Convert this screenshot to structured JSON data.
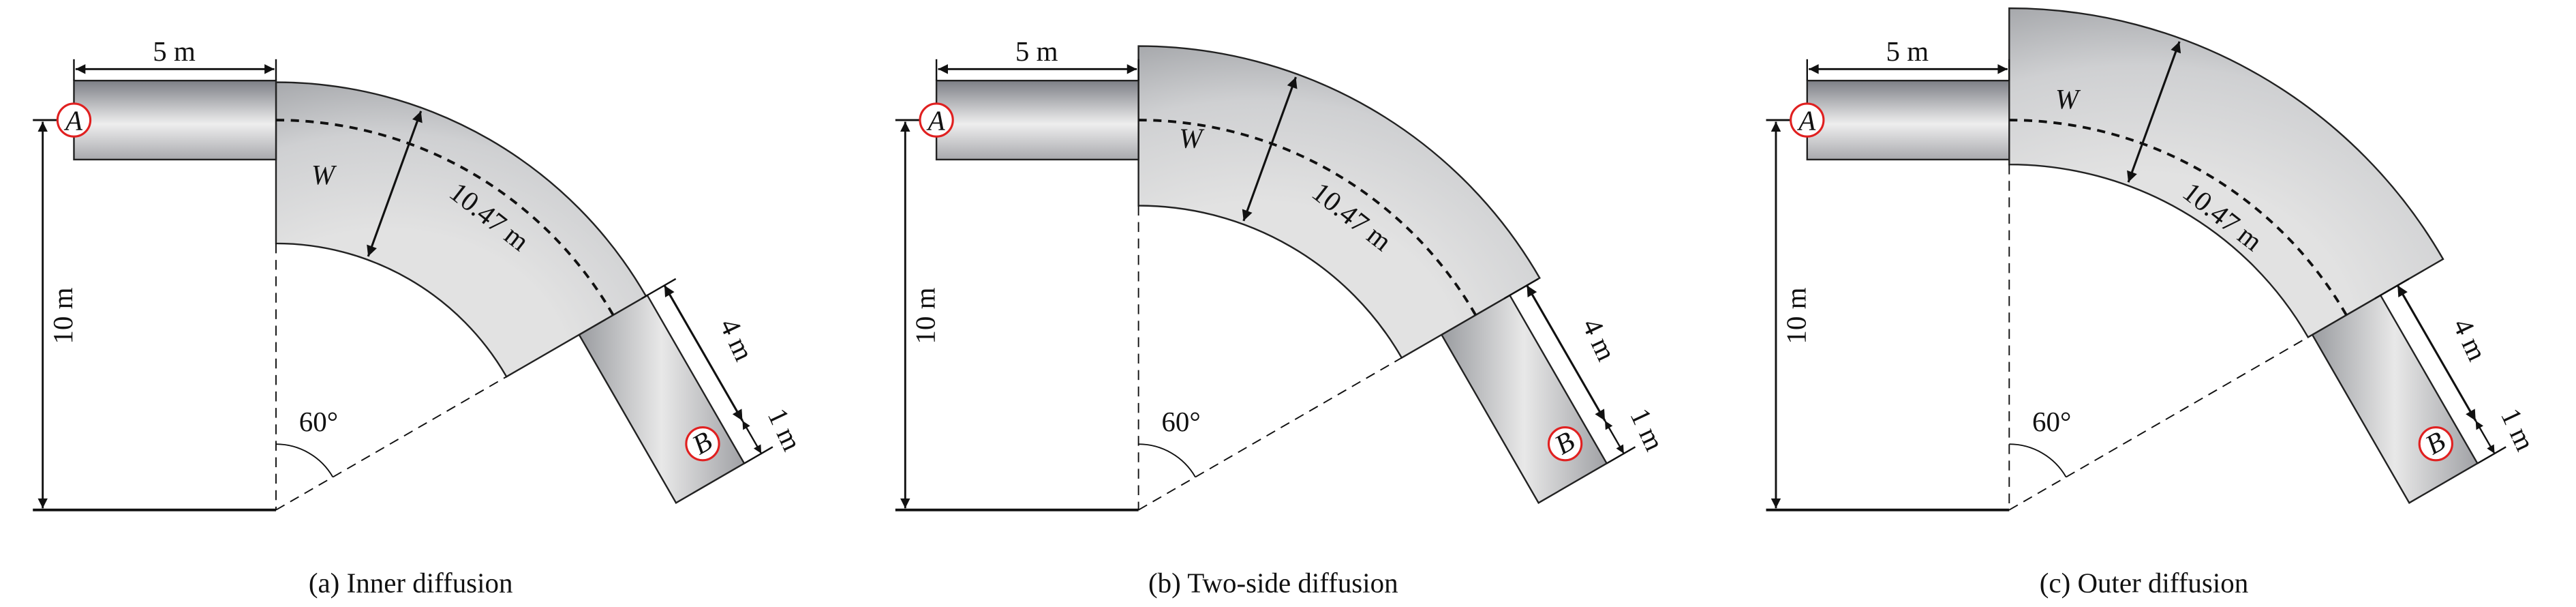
{
  "figure": {
    "panels": [
      {
        "id": "a",
        "caption": "(a) Inner diffusion"
      },
      {
        "id": "b",
        "caption": "(b) Two-side diffusion"
      },
      {
        "id": "c",
        "caption": "(c) Outer diffusion"
      }
    ],
    "labels": {
      "inlet_length": "5 m",
      "height": "10 m",
      "width": "W",
      "arc_length": "10.47 m",
      "outlet_length": "4 m",
      "outlet_extra": "1 m",
      "angle": "60°",
      "point_a": "A",
      "point_b": "B"
    },
    "colors": {
      "pipe_dark": "#8a8c92",
      "pipe_light": "#ececec",
      "marker": "#e02020"
    }
  }
}
